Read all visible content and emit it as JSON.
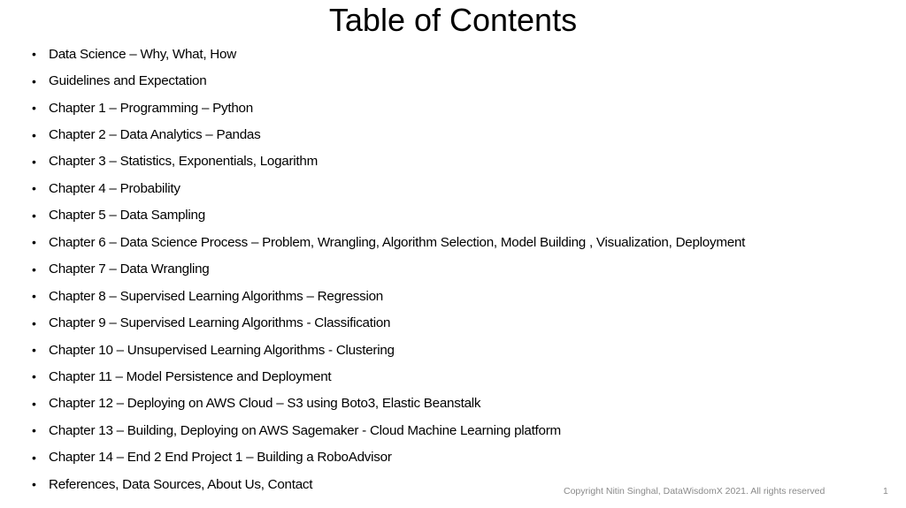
{
  "title": "Table of Contents",
  "items": [
    "Data Science – Why, What, How",
    "Guidelines and Expectation",
    "Chapter 1 – Programming – Python",
    "Chapter 2 – Data Analytics – Pandas",
    "Chapter 3 – Statistics, Exponentials, Logarithm",
    "Chapter 4 – Probability",
    "Chapter 5 – Data Sampling",
    "Chapter 6 – Data Science Process – Problem, Wrangling, Algorithm Selection, Model Building , Visualization, Deployment",
    "Chapter 7 – Data Wrangling",
    "Chapter 8 – Supervised Learning Algorithms – Regression",
    "Chapter 9 – Supervised Learning Algorithms - Classification",
    "Chapter 10 – Unsupervised Learning Algorithms - Clustering",
    "Chapter 11 – Model Persistence and Deployment",
    "Chapter 12 – Deploying on AWS Cloud – S3 using Boto3, Elastic Beanstalk",
    "Chapter 13 – Building, Deploying on AWS Sagemaker - Cloud Machine Learning platform",
    "Chapter 14 – End 2 End Project 1 – Building a RoboAdvisor",
    "References, Data Sources, About Us, Contact"
  ],
  "footer": "Copyright Nitin Singhal, DataWisdomX 2021. All rights reserved",
  "page_number": "1"
}
